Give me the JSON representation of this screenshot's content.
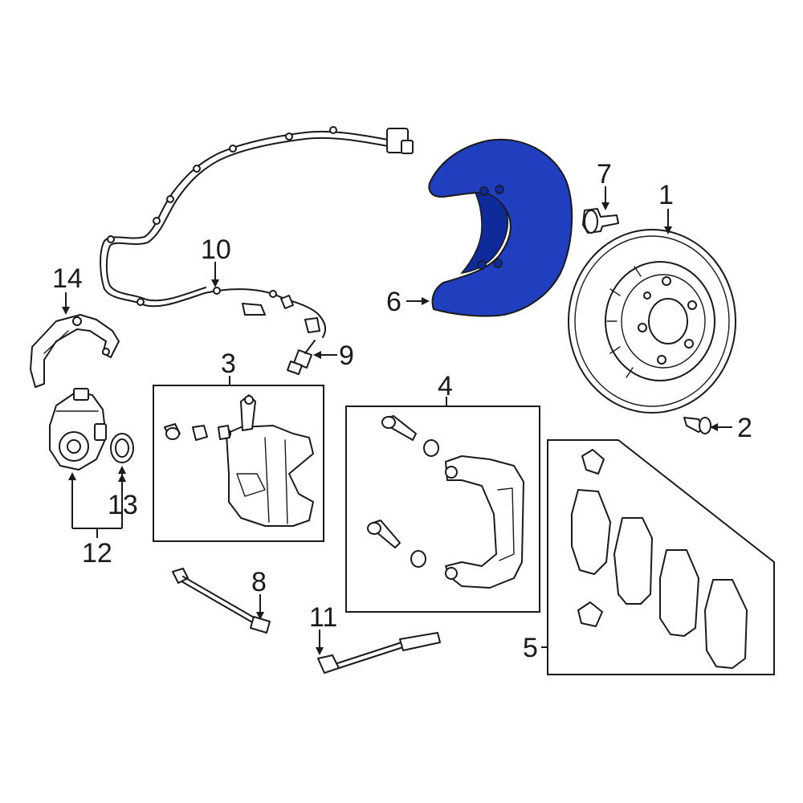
{
  "colors": {
    "highlight_fill": "#1f3fbf",
    "highlight_dark": "#0f2a99",
    "line": "#1a1a1a",
    "background": "#ffffff"
  },
  "callouts": {
    "c1": "1",
    "c2": "2",
    "c3": "3",
    "c4": "4",
    "c5": "5",
    "c6": "6",
    "c7": "7",
    "c8": "8",
    "c9": "9",
    "c10": "10",
    "c11": "11",
    "c12": "12",
    "c13": "13",
    "c14": "14"
  }
}
